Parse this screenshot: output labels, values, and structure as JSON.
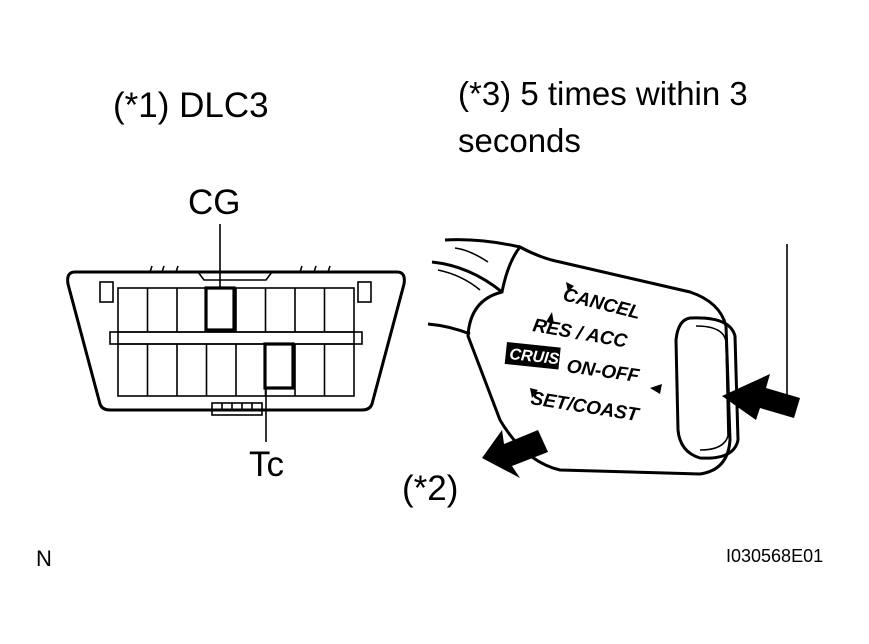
{
  "labels": {
    "dlc3": "(*1) DLC3",
    "times_line1": "(*3) 5 times within 3",
    "times_line2": "seconds",
    "cg": "CG",
    "tc": "Tc",
    "note2": "(*2)",
    "north": "N",
    "figure_id": "I030568E01"
  },
  "switch": {
    "cancel": "CANCEL",
    "res_acc": "RES / ACC",
    "cruise": "CRUISE",
    "on_off": "ON-OFF",
    "set_coast": "SET/COAST"
  }
}
